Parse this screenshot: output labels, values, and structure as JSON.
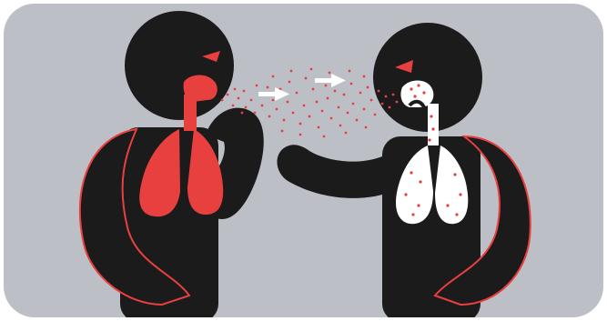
{
  "illustration": {
    "colors": {
      "background_panel": "#bcbfc6",
      "page": "#ffffff",
      "figure_body": "#1b1b1b",
      "infection_red": "#e8403f",
      "healthy_white": "#ffffff",
      "arrow": "#ffffff"
    },
    "figures": [
      {
        "role": "infected-person",
        "lungs_color": "red",
        "coughing": true
      },
      {
        "role": "healthy-person",
        "lungs_color": "white",
        "inhaling_droplets": true
      }
    ],
    "droplets": {
      "color": "#e8403f",
      "direction": "left-to-right"
    },
    "arrows": [
      {
        "icon": "arrow-right-icon"
      },
      {
        "icon": "arrow-right-icon"
      }
    ]
  }
}
